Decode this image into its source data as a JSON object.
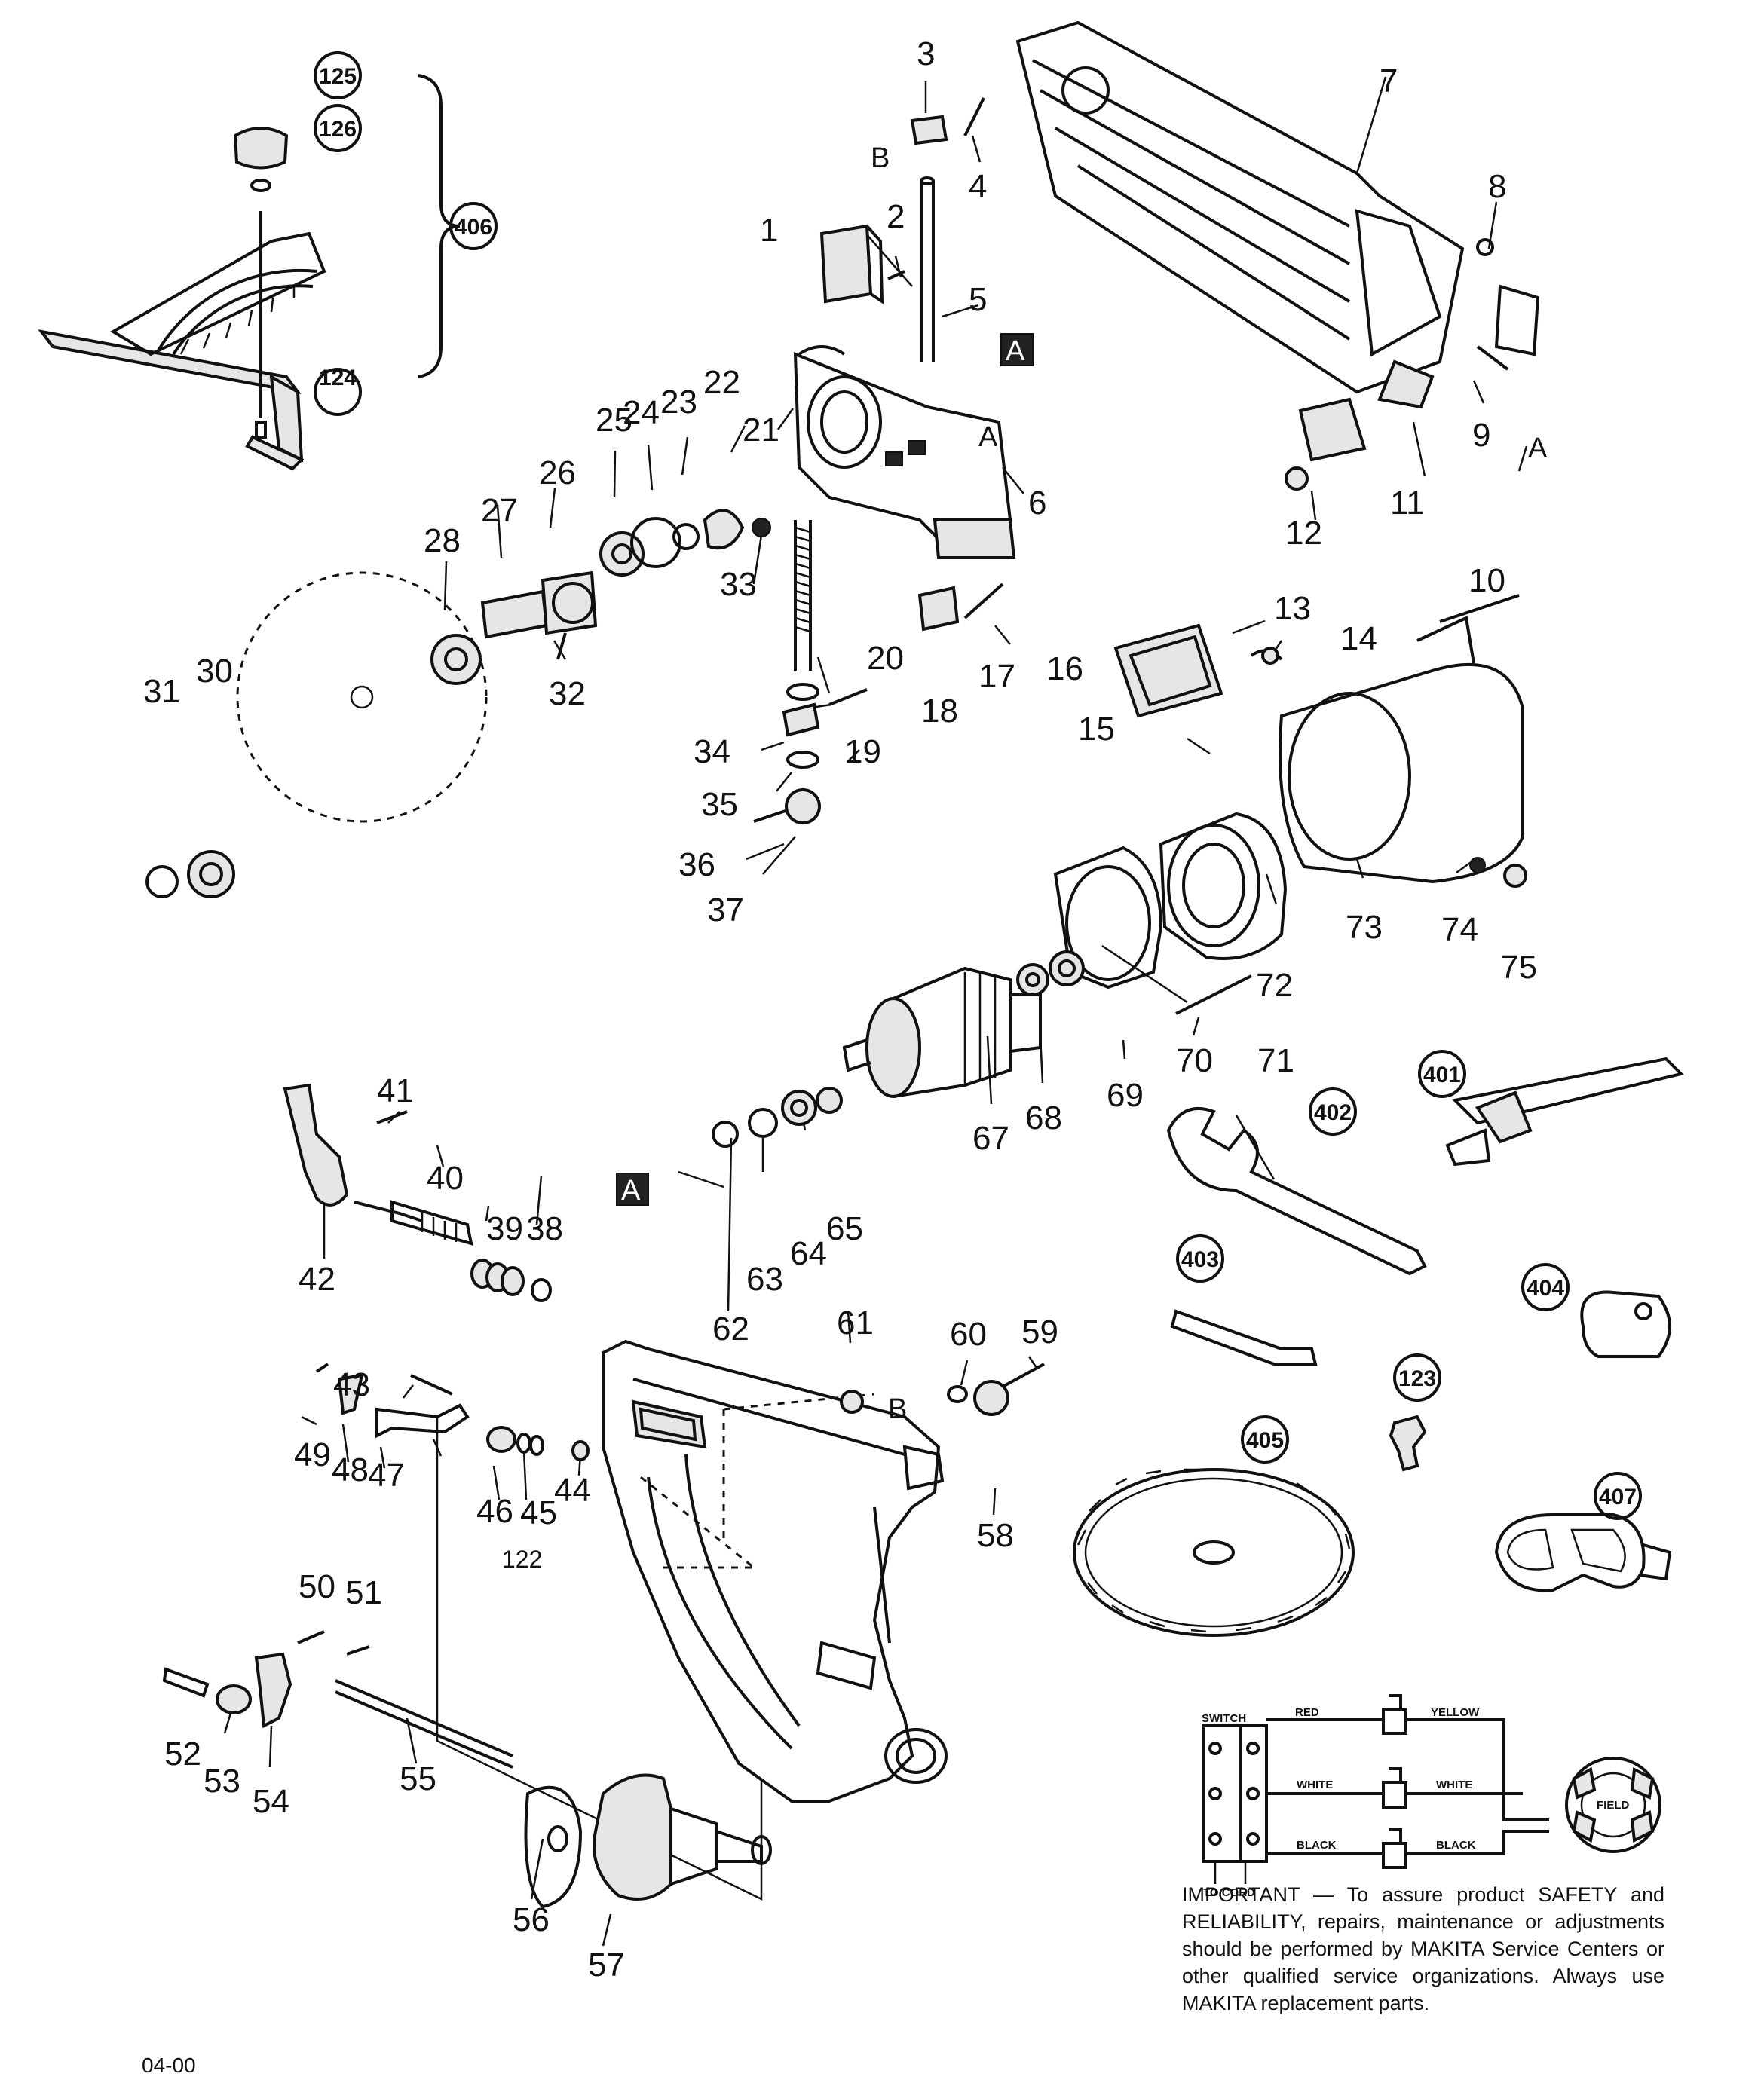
{
  "callouts": [
    "1",
    "2",
    "3",
    "4",
    "5",
    "6",
    "7",
    "8",
    "9",
    "10",
    "11",
    "12",
    "13",
    "14",
    "15",
    "16",
    "17",
    "18",
    "19",
    "20",
    "21",
    "22",
    "23",
    "24",
    "25",
    "26",
    "27",
    "28",
    "30",
    "31",
    "32",
    "33",
    "34",
    "35",
    "36",
    "37",
    "38",
    "39",
    "40",
    "41",
    "42",
    "43",
    "44",
    "45",
    "46",
    "47",
    "48",
    "49",
    "50",
    "51",
    "52",
    "53",
    "54",
    "55",
    "56",
    "57",
    "58",
    "59",
    "60",
    "61",
    "62",
    "63",
    "64",
    "65",
    "67",
    "68",
    "69",
    "70",
    "71",
    "72",
    "73",
    "74",
    "75",
    "122"
  ],
  "circled_callouts": [
    "124",
    "125",
    "126",
    "406",
    "401",
    "402",
    "403",
    "404",
    "123",
    "405",
    "407"
  ],
  "ref_marks": {
    "a": "A",
    "b": "B"
  },
  "wiring": {
    "switch": "SWITCH",
    "red": "RED",
    "yellow": "YELLOW",
    "white_left": "WHITE",
    "white_right": "WHITE",
    "black_left": "BLACK",
    "black_right": "BLACK",
    "field": "FIELD",
    "to_cord": "TO CORD"
  },
  "notice": "IMPORTANT — To assure product SAFETY and RELIABILITY, repairs, maintenance or adjustments should be performed by MAKITA Service Centers or other qualified service organizations. Always use MAKITA replacement parts.",
  "footer_code": "04-00"
}
